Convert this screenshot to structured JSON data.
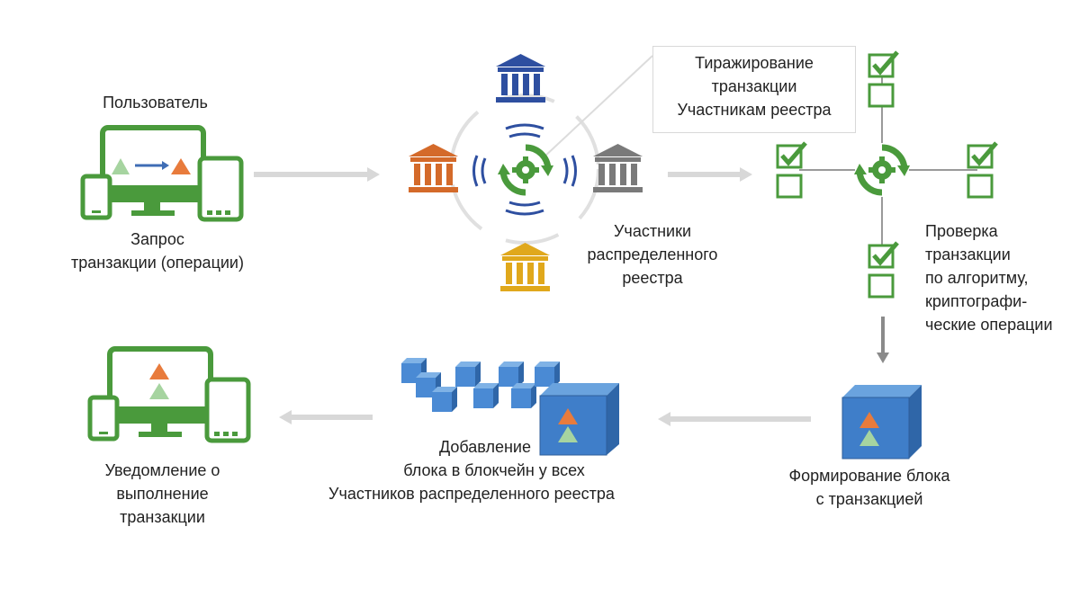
{
  "colors": {
    "green": "#4a9a3c",
    "blue_bank": "#2e4fa0",
    "orange_bank": "#d46a2a",
    "gray_bank": "#7a7a7a",
    "gold_bank": "#e0a81c",
    "arrow_gray": "#d8d8d8",
    "cube_blue": "#3f7ec9",
    "triangle_orange": "#e87b3c",
    "triangle_green": "#a6d4a0"
  },
  "icons": {
    "devices": "devices-icon",
    "bank": "bank-icon",
    "sync": "sync-gear-icon",
    "checkbox": "checkbox-icon",
    "cube": "block-cube-icon",
    "arrow": "arrow-icon"
  },
  "labels": {
    "user_title": "Пользователь",
    "request": [
      "Запрос",
      "транзакции (операции)"
    ],
    "replication": [
      "Тиражирование",
      "транзакции",
      "Участникам реестра"
    ],
    "participants": [
      "Участники",
      "распределенного",
      "реестра"
    ],
    "verification": [
      "Проверка",
      "транзакции",
      "по алгоритму,",
      "криптографи-",
      "ческие операции"
    ],
    "block_forming": [
      "Формирование блока",
      "с транзакцией"
    ],
    "blockchain_add": [
      "Добавление",
      "блока в блокчейн у всех",
      "Участников распределенного реестра"
    ],
    "notification": [
      "Уведомление о",
      "выполнение",
      "транзакции"
    ]
  }
}
